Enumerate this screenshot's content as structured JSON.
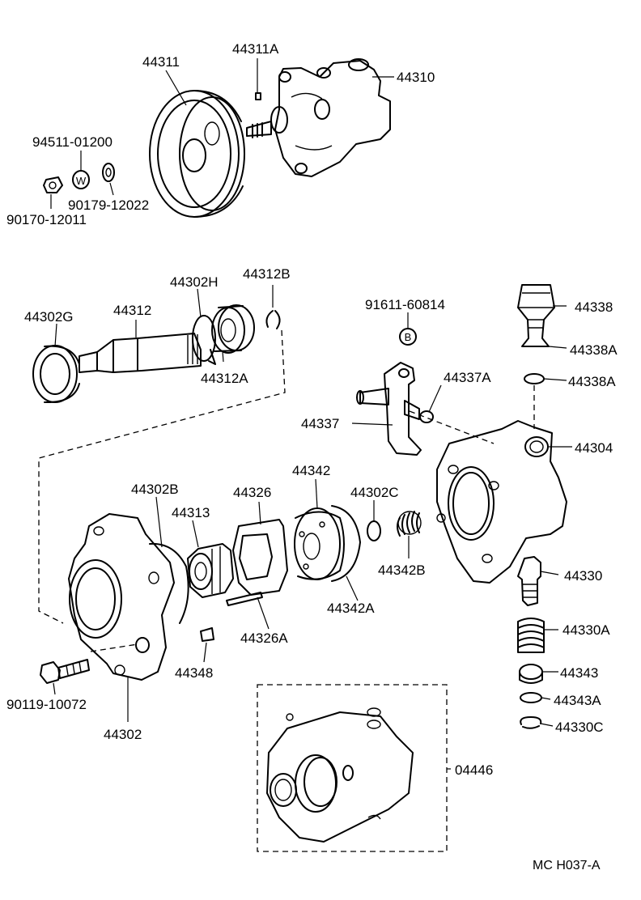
{
  "labels": {
    "p44311": "44311",
    "p44311A": "44311A",
    "p44310": "44310",
    "p94511": "94511-01200",
    "p90179": "90179-12022",
    "p90170": "90170-12011",
    "p44302H": "44302H",
    "p44312B": "44312B",
    "p44302G": "44302G",
    "p44312": "44312",
    "p44312A": "44312A",
    "p91611": "91611-60814",
    "p44338": "44338",
    "p44338A1": "44338A",
    "p44338A2": "44338A",
    "p44337A": "44337A",
    "p44337": "44337",
    "p44304": "44304",
    "p44342": "44342",
    "p44302B": "44302B",
    "p44326": "44326",
    "p44302C": "44302C",
    "p44313": "44313",
    "p44342B": "44342B",
    "p44330": "44330",
    "p44342A": "44342A",
    "p44326A": "44326A",
    "p44330A": "44330A",
    "p44348": "44348",
    "p44343": "44343",
    "p90119": "90119-10072",
    "p44343A": "44343A",
    "p44302": "44302",
    "p44330C": "44330C",
    "p04446": "04446",
    "ref": "MC  H037-A"
  },
  "symbols": {
    "washer_mark": "W",
    "bolt_mark": "B"
  }
}
